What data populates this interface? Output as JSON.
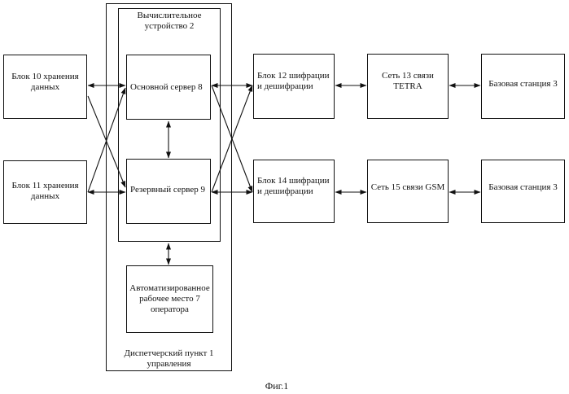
{
  "diagram": {
    "dispatch_label": "Диспетчерский пункт 1\nуправления",
    "computing_label": "Вычислительное\nустройство 2",
    "main_server": "Основной сервер 8",
    "backup_server": "Резервный сервер 9",
    "storage_10": "Блок 10 хранения\nданных",
    "storage_11": "Блок 11 хранения\nданных",
    "operator_ws": "Автоматизированное\nрабочее место 7\nоператора",
    "cipher_12": "Блок 12 шифрации\nи дешифрации",
    "cipher_14": "Блок 14 шифрации\nи дешифрации",
    "net_13": "Сеть 13 связи\nTETRA",
    "net_15": "Сеть 15 связи GSM",
    "base_station_a": "Базовая станция 3",
    "base_station_b": "Базовая станция 3",
    "caption": "Фиг.1"
  }
}
